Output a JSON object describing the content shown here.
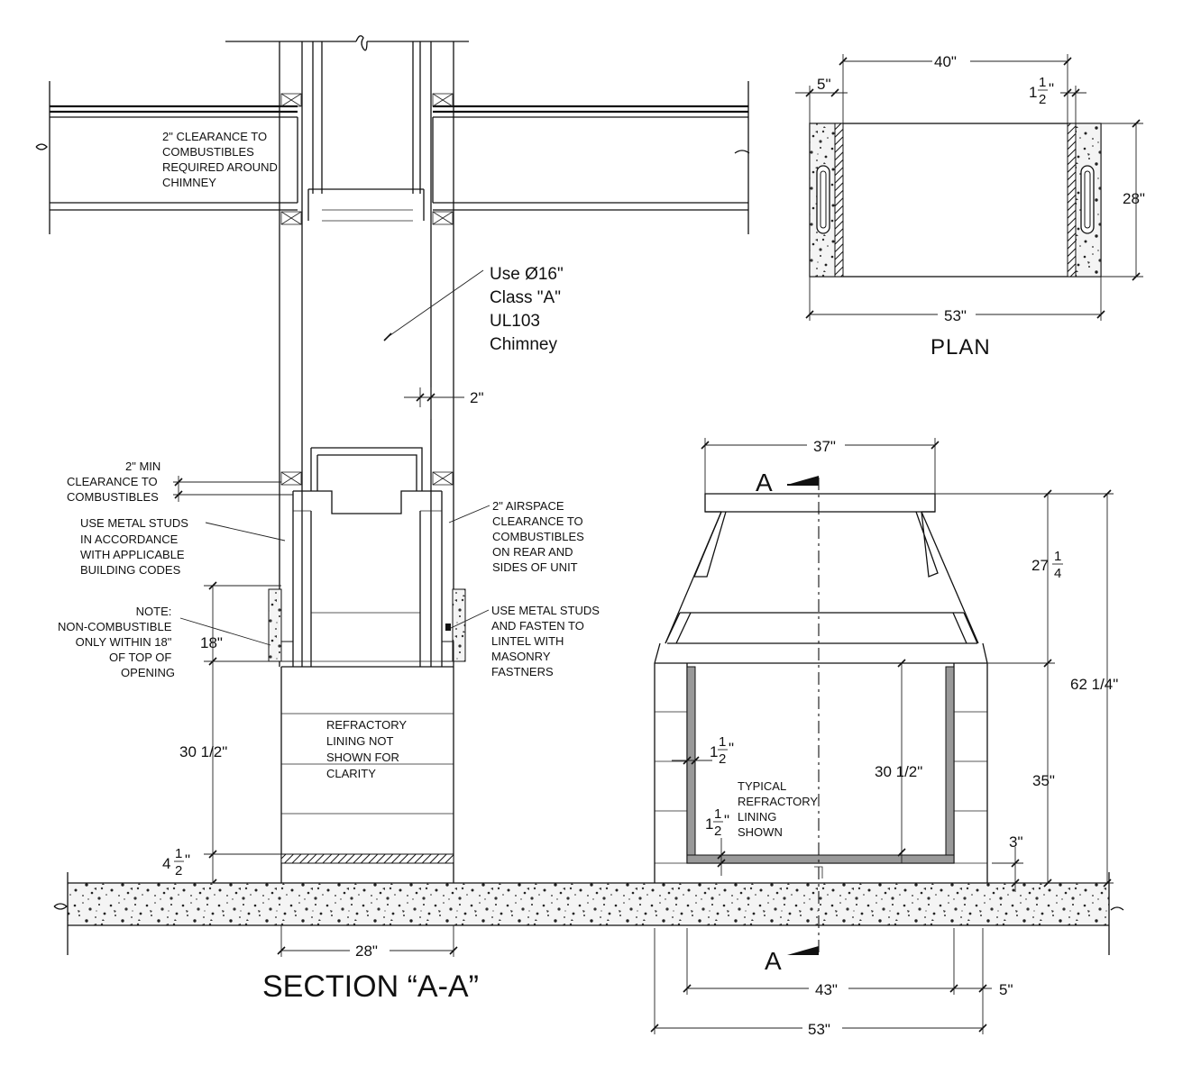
{
  "labels": {
    "clearance_top": [
      "2\" CLEARANCE TO",
      "COMBUSTIBLES",
      "REQUIRED AROUND",
      "CHIMNEY"
    ],
    "chimney": [
      "Use Ø16\"",
      "Class \"A\"",
      "UL103",
      "Chimney"
    ],
    "min_clearance": [
      "2\" MIN",
      "CLEARANCE TO",
      "COMBUSTIBLES"
    ],
    "metal_studs_left": [
      "USE METAL STUDS",
      "IN ACCORDANCE",
      "WITH APPLICABLE",
      "BUILDING CODES"
    ],
    "airspace": [
      "2\" AIRSPACE",
      "CLEARANCE TO",
      "COMBUSTIBLES",
      "ON REAR AND",
      "SIDES OF UNIT"
    ],
    "note": [
      "NOTE:",
      "NON-COMBUSTIBLE",
      "ONLY WITHIN 18\"",
      "OF TOP OF",
      "OPENING"
    ],
    "metal_studs_right": [
      "USE METAL STUDS",
      "AND FASTEN TO",
      "LINTEL WITH",
      "MASONRY",
      "FASTNERS"
    ],
    "refractory_not_shown": [
      "REFRACTORY",
      "LINING NOT",
      "SHOWN FOR",
      "CLARITY"
    ],
    "typical_refractory": [
      "TYPICAL",
      "REFRACTORY",
      "LINING",
      "SHOWN"
    ]
  },
  "dims": {
    "d_2": "2\"",
    "d_18": "18\"",
    "d_30_half_left": "30 1/2\"",
    "d_4_whole": "4",
    "d_4_num": "1",
    "d_4_den": "2",
    "d_4_unit": "\"",
    "d_28_section": "28\"",
    "d_40": "40\"",
    "d_5_plan": "5\"",
    "d_1_whole": "1",
    "d_1_num": "1",
    "d_1_den": "2",
    "d_1_unit": "\"",
    "d_28_plan": "28\"",
    "d_53_plan": "53\"",
    "d_37": "37\"",
    "d_27_whole": "27",
    "d_27_num": "1",
    "d_27_den": "4",
    "d_62": "62 1/4\"",
    "d_35": "35\"",
    "d_30_half_right": "30 1/2\"",
    "d_3": "3\"",
    "d_43": "43\"",
    "d_5_front": "5\"",
    "d_53_front": "53\"",
    "d_side_whole": "1",
    "d_side_num": "1",
    "d_side_den": "2",
    "d_side_unit": "\"",
    "d_bot_whole": "1",
    "d_bot_num": "1",
    "d_bot_den": "2",
    "d_bot_unit": "\""
  },
  "titles": {
    "plan": "PLAN",
    "section": "SECTION “A-A”",
    "cut_top": "A",
    "cut_bottom": "A"
  }
}
